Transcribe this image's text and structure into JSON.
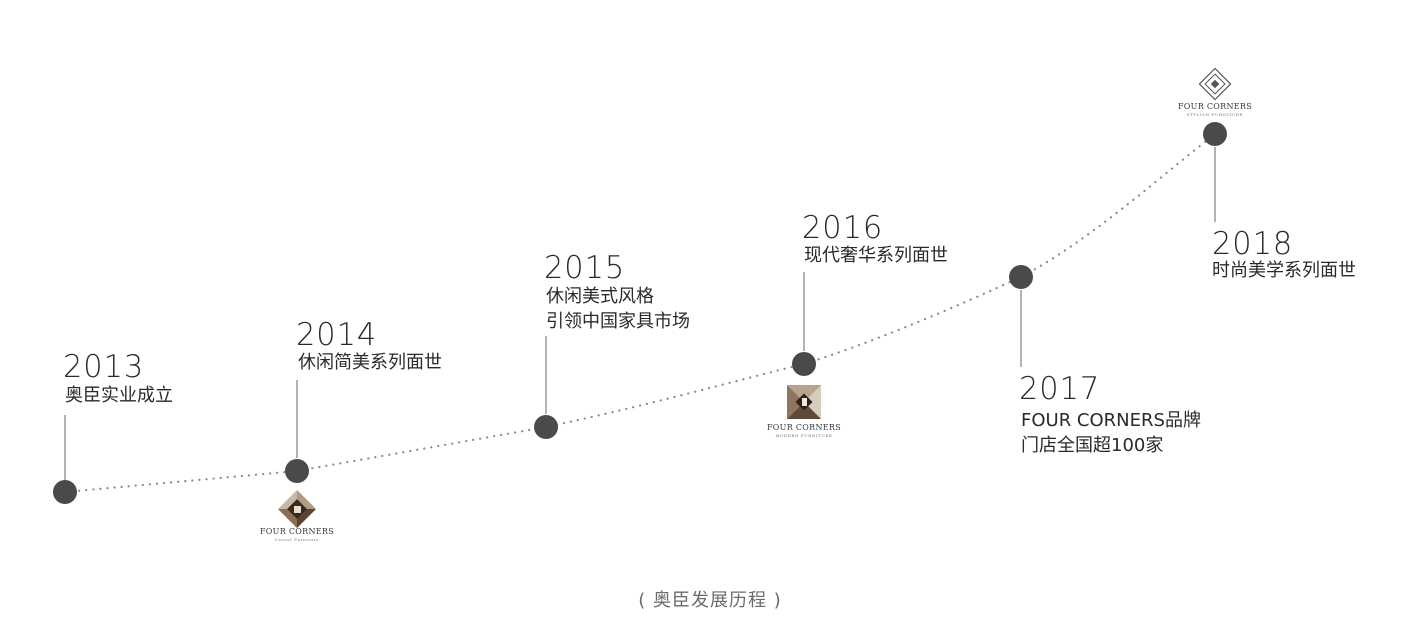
{
  "colors": {
    "dot": "#4a4a4a",
    "line": "#8a8a8a",
    "text": "#2a2a2a",
    "caption": "#6b6b6b"
  },
  "timeline": [
    {
      "year": "2013",
      "lines": [
        "奥臣实业成立"
      ]
    },
    {
      "year": "2014",
      "lines": [
        "休闲简美系列面世"
      ]
    },
    {
      "year": "2015",
      "lines": [
        "休闲美式风格",
        "引领中国家具市场"
      ]
    },
    {
      "year": "2016",
      "lines": [
        "现代奢华系列面世"
      ]
    },
    {
      "year": "2017",
      "lines": [
        "FOUR CORNERS品牌",
        "门店全国超100家"
      ]
    },
    {
      "year": "2018",
      "lines": [
        "时尚美学系列面世"
      ]
    }
  ],
  "logos": {
    "casual": {
      "name": "FOUR CORNERS",
      "tag": "Casual Furniture"
    },
    "modern": {
      "name": "FOUR CORNERS",
      "tag": "MODERN FURNITURE"
    },
    "stylish": {
      "name": "FOUR CORNERS",
      "tag": "STYLISH FURNITURE"
    }
  },
  "caption": "( 奥臣发展历程 )"
}
